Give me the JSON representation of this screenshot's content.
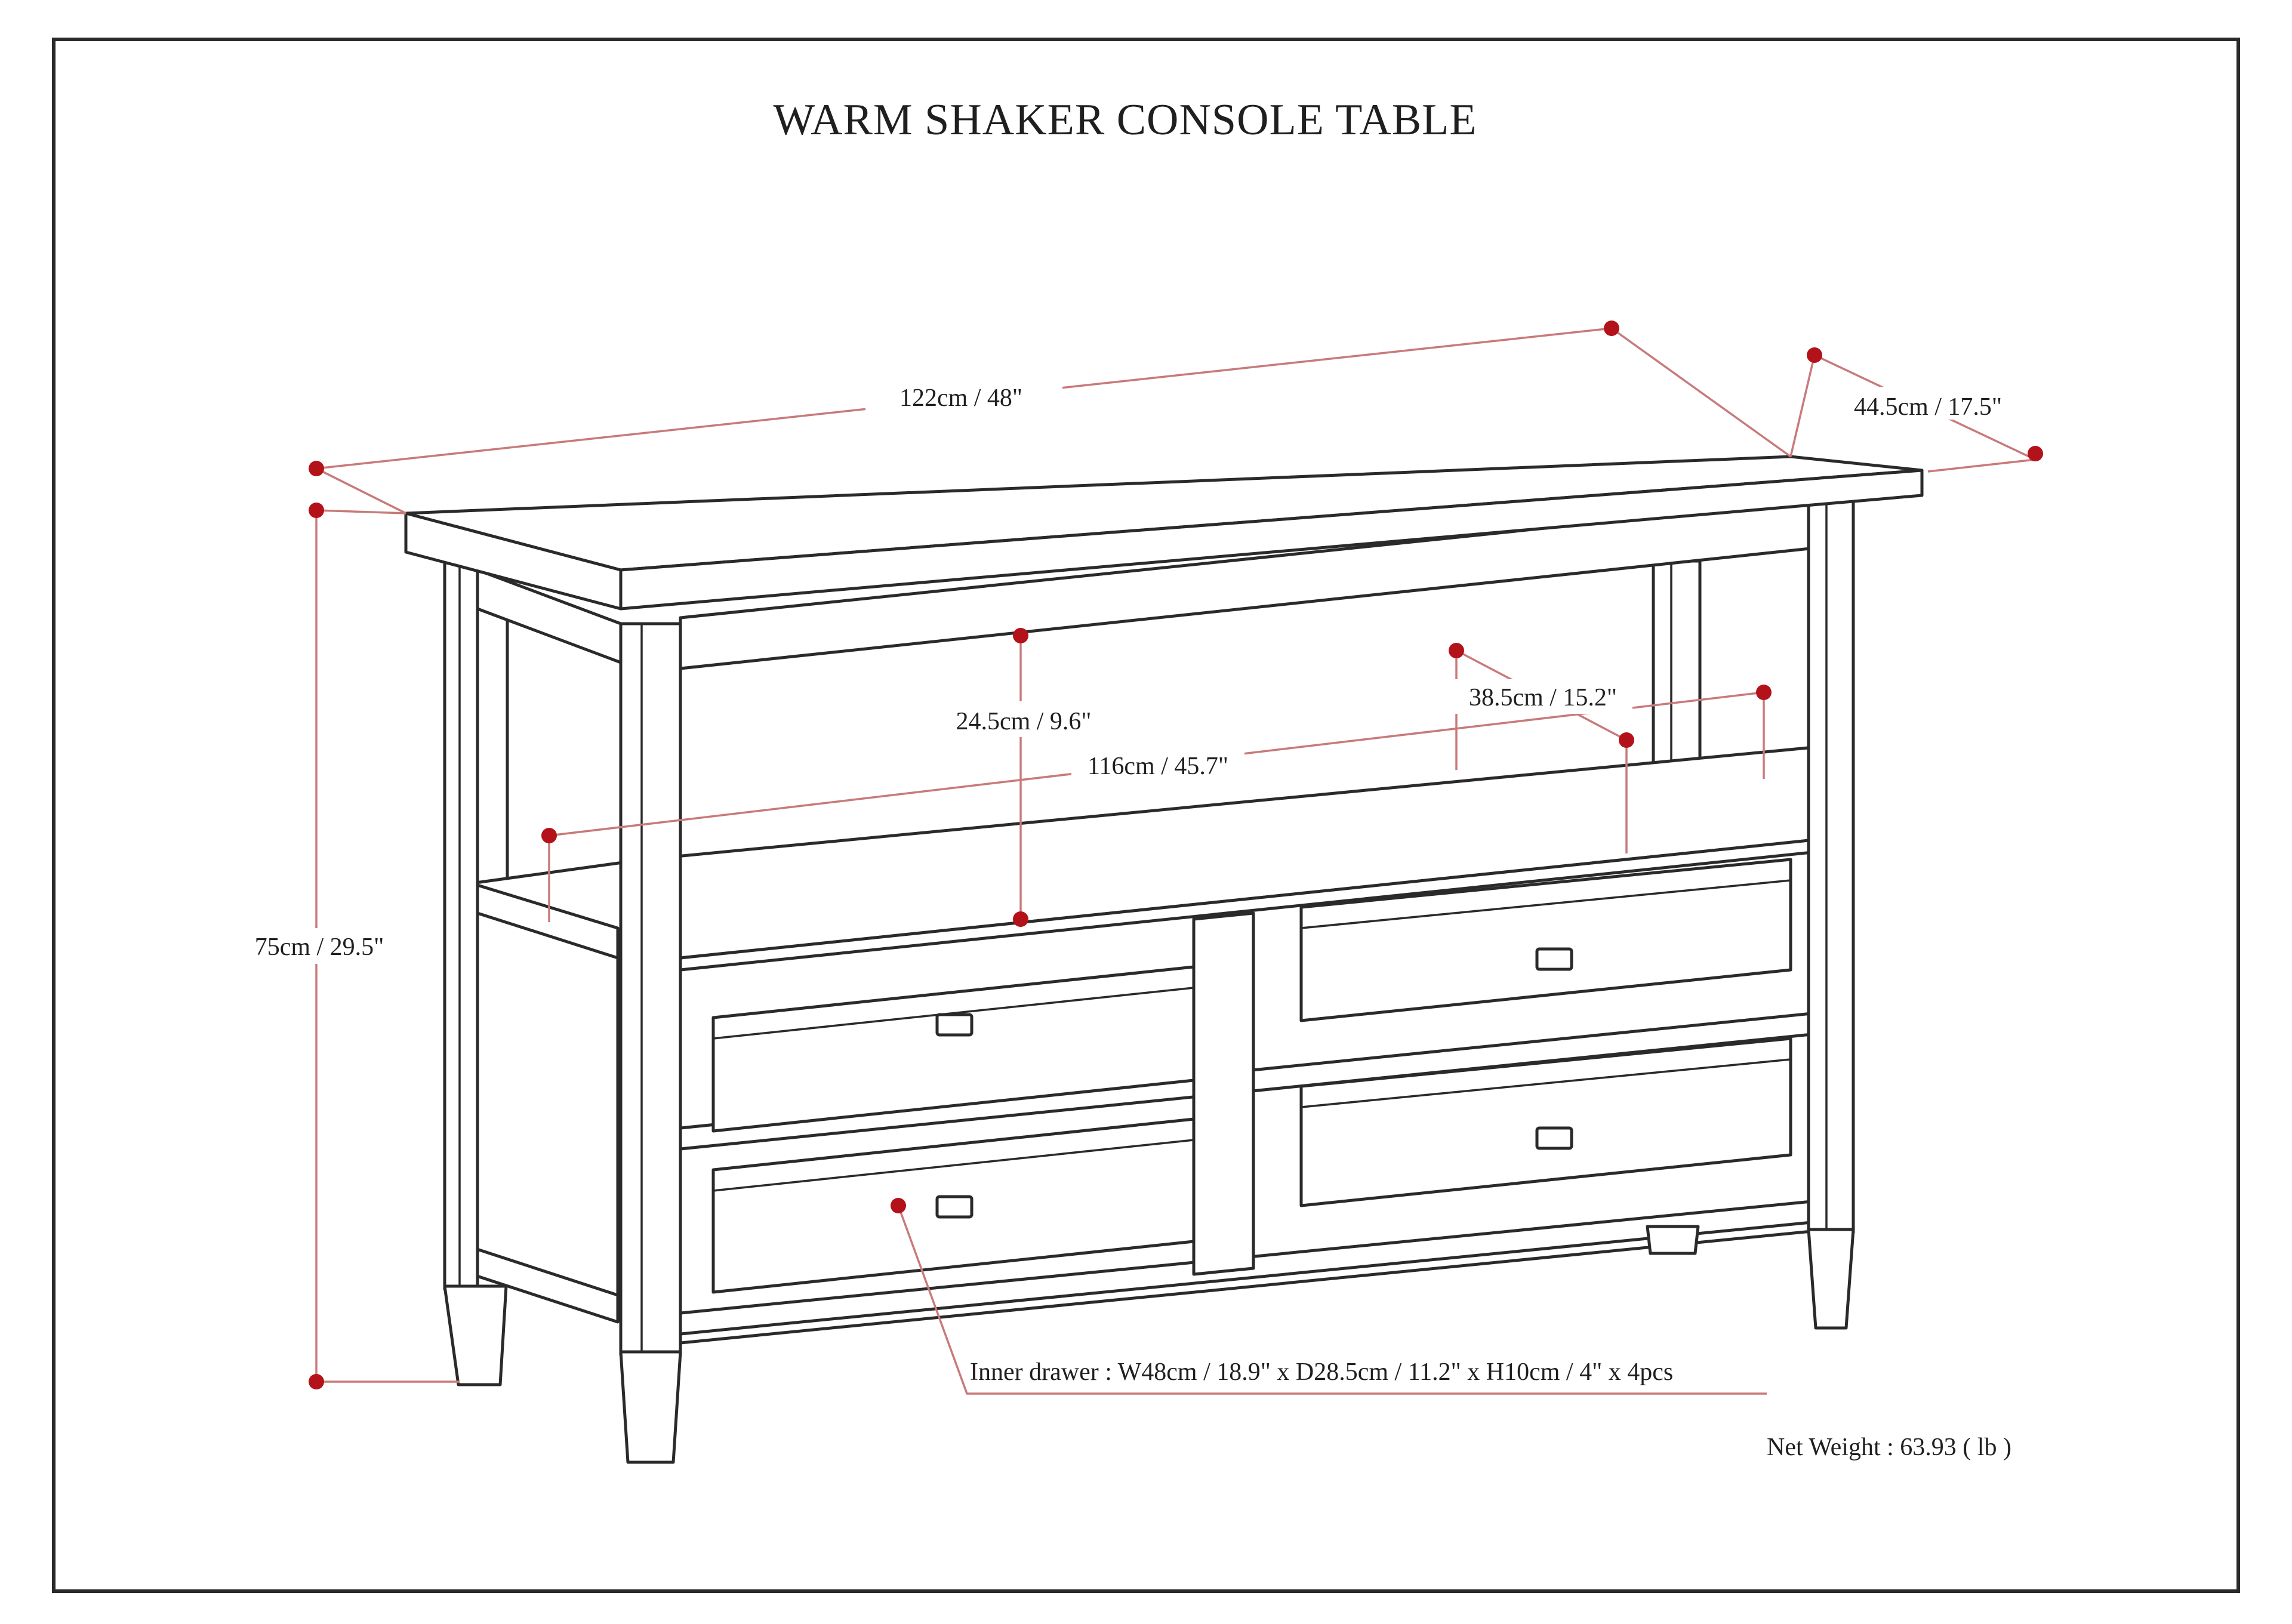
{
  "title": "WARM SHAKER CONSOLE TABLE",
  "dimensions": {
    "width": "122cm / 48\"",
    "depth": "44.5cm / 17.5\"",
    "height": "75cm / 29.5\"",
    "shelf_clearance": "24.5cm / 9.6\"",
    "shelf_depth": "38.5cm / 15.2\"",
    "shelf_width": "116cm / 45.7\""
  },
  "inner_drawer": "Inner drawer : W48cm / 18.9\" x D28.5cm / 11.2\" x H10cm / 4\" x 4pcs",
  "net_weight": "Net Weight : 63.93 ( lb )",
  "colors": {
    "dimension_dot": "#b3121a",
    "dimension_line": "#c87a7a",
    "outline": "#2a2a2a"
  }
}
